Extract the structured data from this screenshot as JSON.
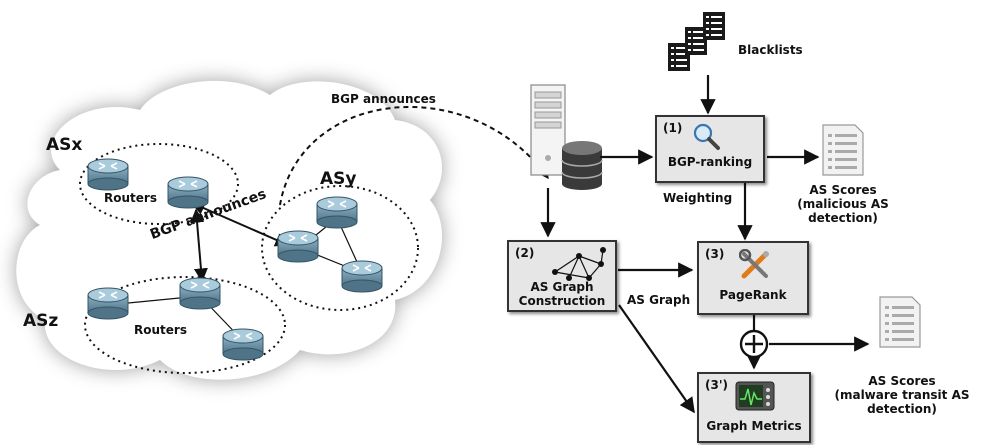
{
  "cloud": {
    "as_x_label": "ASx",
    "as_y_label": "ASy",
    "as_z_label": "ASz",
    "routers_label_x": "Routers",
    "routers_label_z": "Routers",
    "bgp_announces_inner": "BGP announces"
  },
  "flow": {
    "bgp_announces_label": "BGP announces",
    "blacklists_label": "Blacklists",
    "weighting_label": "Weighting",
    "as_graph_edge_label": "AS Graph"
  },
  "boxes": {
    "bgp_ranking": {
      "num": "(1)",
      "title": "BGP-ranking"
    },
    "as_graph": {
      "num": "(2)",
      "title_line1": "AS Graph",
      "title_line2": "Construction"
    },
    "pagerank": {
      "num": "(3)",
      "title": "PageRank"
    },
    "graph_metrics": {
      "num": "(3')",
      "title": "Graph Metrics"
    }
  },
  "outputs": {
    "scores_malicious": {
      "line1": "AS Scores",
      "line2": "(malicious AS",
      "line3": "detection)"
    },
    "scores_transit": {
      "line1": "AS Scores",
      "line2": "(malware transit AS",
      "line3": "detection)"
    }
  },
  "colors": {
    "router_body": "#6f93a6",
    "router_top": "#9fc2d3",
    "box_fill": "#e6e6e6",
    "cloud_fill": "#ffffff"
  }
}
